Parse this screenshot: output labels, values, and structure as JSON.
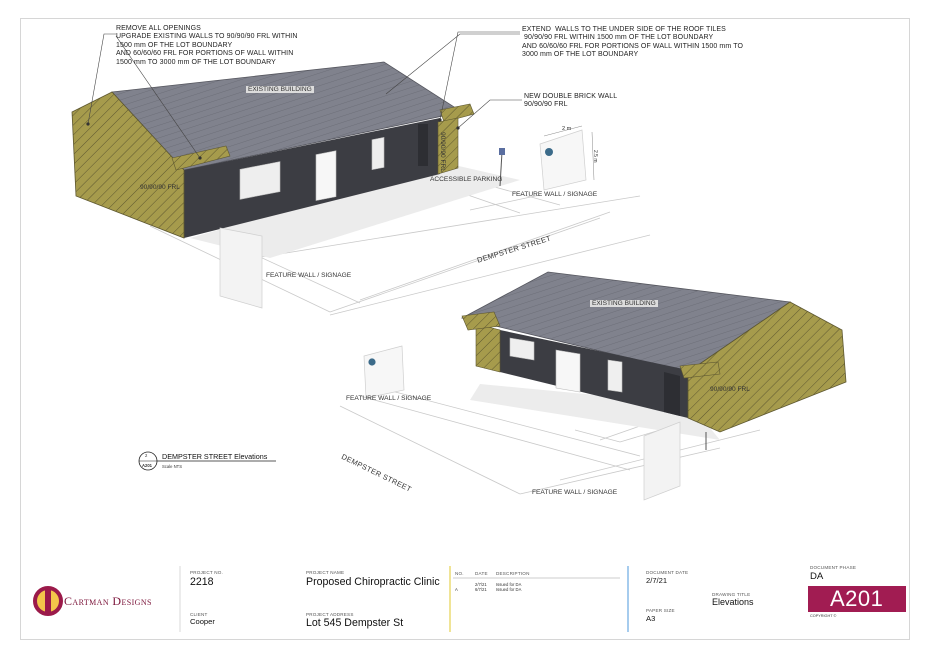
{
  "annotations": {
    "remove_openings": "REMOVE ALL OPENINGS\nUPGRADE EXISTING WALLS TO 90/90/90 FRL WITHIN\n1500 mm OF THE LOT BOUNDARY\nAND 60/60/60 FRL FOR PORTIONS OF WALL WITHIN\n1500 mm TO 3000 mm OF THE LOT BOUNDARY",
    "extend_walls": "EXTEND  WALLS TO THE UNDER SIDE OF THE ROOF TILES\n 90/90/90 FRL WITHIN 1500 mm OF THE LOT BOUNDARY\nAND 60/60/60 FRL FOR PORTIONS OF WALL WITHIN 1500 mm TO\n3000 mm OF THE LOT BOUNDARY",
    "new_double_brick": "NEW DOUBLE BRICK WALL\n90/90/90 FRL"
  },
  "labels": {
    "existing_building_top": "EXISTING BUILDING",
    "existing_building_bottom": "EXISTING BUILDING",
    "frl_top": "90/90/90 FRL",
    "frl_bottom": "90/90/90 FRL",
    "frl_vertical": "90/90/90 FRL",
    "accessible_parking": "ACCESSIBLE PARKING",
    "feature_wall_1": "FEATURE  WALL / SIGNAGE",
    "feature_wall_2": "FEATURE  WALL / SIGNAGE",
    "feature_wall_3": "FEATURE  WALL / SIGNAGE",
    "feature_wall_4": "FEATURE  WALL / SIGNAGE",
    "dempster_street_top": "DEMPSTER STREET",
    "dempster_street_bottom": "DEMPSTER STREET",
    "dim_2m": "2 m",
    "dim_vertical": "2.5 m"
  },
  "view_title": {
    "number": "2",
    "sheet": "A201",
    "title": "DEMPSTER STREET Elevations",
    "scale": "Scale   NTS"
  },
  "title_block": {
    "logo_text": "Cartman Designs",
    "project_no_caption": "PROJECT NO.",
    "project_no": "2218",
    "client_caption": "CLIENT",
    "client": "Cooper",
    "project_name_caption": "PROJECT NAME",
    "project_name": "Proposed Chiropractic Clinic",
    "project_address_caption": "PROJECT ADDRESS",
    "project_address": "Lot 545 Dempster St",
    "rev_no_caption": "NO.",
    "rev_date_caption": "DATE",
    "rev_desc_caption": "DESCRIPTION",
    "revisions": [
      {
        "no": "",
        "date": "2/7/21",
        "description": "Issued for DA"
      },
      {
        "no": "A",
        "date": "6/7/21",
        "description": "Issued for DA"
      }
    ],
    "document_date_caption": "DOCUMENT DATE",
    "document_date": "2/7/21",
    "drawing_title_caption": "DRAWING TITLE",
    "drawing_title": "Elevations",
    "paper_size_caption": "PAPER SIZE",
    "paper_size": "A3",
    "document_phase_caption": "DOCUMENT PHASE",
    "document_phase": "DA",
    "sheet_number": "A201",
    "copyright": "COPYRIGHT ©"
  },
  "colors": {
    "brand_magenta": "#9b1a4a",
    "roof": "#7d7f8a",
    "wall_dark": "#3b3c42",
    "cladding": "#9a9046",
    "rev_line_yellow": "#e9d96a",
    "rev_line_blue": "#7fb7e6"
  }
}
